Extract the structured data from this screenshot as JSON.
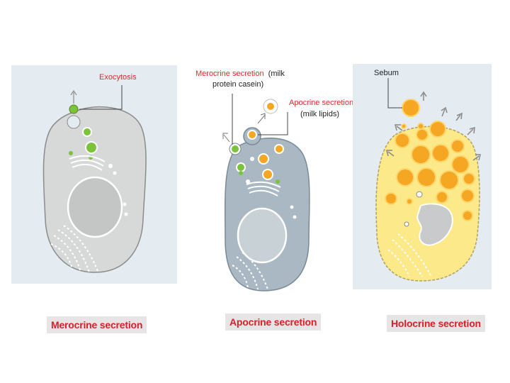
{
  "panels": {
    "merocrine": {
      "label": "Exocytosis",
      "caption": "Merocrine secretion"
    },
    "apocrine": {
      "label_merocrine": "Merocrine secretion",
      "label_merocrine_suffix": "(milk",
      "label_merocrine_line2": "protein casein)",
      "label_apocrine": "Apocrine secretion",
      "label_apocrine_line2": "(milk lipids)",
      "caption": "Apocrine secretion"
    },
    "holocrine": {
      "label": "Sebum",
      "caption": "Holocrine secretion"
    }
  },
  "colors": {
    "label_red": "#e02a2a",
    "caption_red": "#d8202a",
    "caption_bg": "#e6e4e4",
    "panel_bg": "#e4ecf2",
    "secretion_green": "#7cc23a",
    "lipid_orange": "#f5a623",
    "sebum_yellow": "#fbe98a"
  }
}
